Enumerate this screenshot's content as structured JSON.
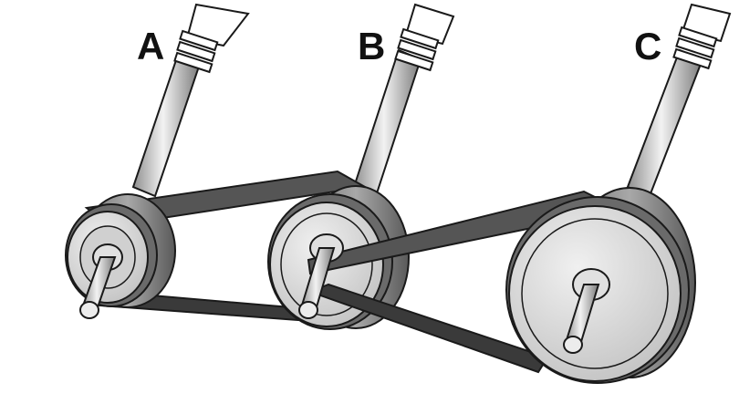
{
  "labels": {
    "a": "A",
    "b": "B",
    "c": "C"
  },
  "colors": {
    "outline": "#1a1a1a",
    "belt": "#555555",
    "belt_dark": "#3a3a3a",
    "pulley_face": "#dcdcdc",
    "pulley_side": "#8a8a8a",
    "shaft": "#c8c8c8",
    "shaft_highlight": "#f2f2f2",
    "background": "#ffffff"
  }
}
